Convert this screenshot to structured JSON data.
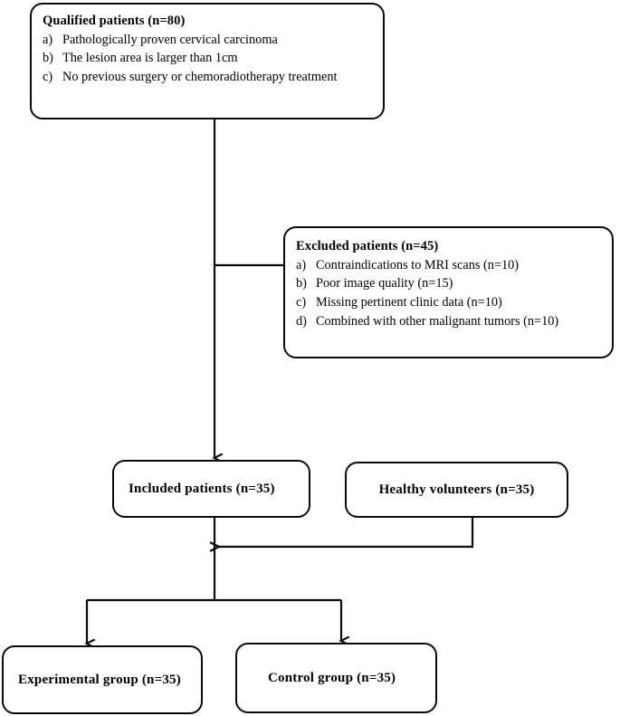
{
  "diagram": {
    "type": "flowchart",
    "title_semantic": "patient-enrollment-flow",
    "line_color": "#0a0a0a",
    "background": "#ffffff"
  },
  "nodes": {
    "qualified": {
      "title": "Qualified patients (n=80)",
      "items": [
        {
          "marker": "a)",
          "text": "Pathologically proven cervical carcinoma"
        },
        {
          "marker": "b)",
          "text": "The lesion area is larger than 1cm"
        },
        {
          "marker": "c)",
          "text": "No previous surgery or chemoradiotherapy treatment"
        }
      ]
    },
    "excluded": {
      "title": "Excluded patients (n=45)",
      "items": [
        {
          "marker": "a)",
          "text": "Contraindications to MRI scans (n=10)"
        },
        {
          "marker": "b)",
          "text": "Poor image quality (n=15)"
        },
        {
          "marker": "c)",
          "text": "Missing pertinent clinic data (n=10)"
        },
        {
          "marker": "d)",
          "text": "Combined with other malignant tumors (n=10)"
        }
      ]
    },
    "included": {
      "label": "Included patients (n=35)"
    },
    "healthy": {
      "label": "Healthy volunteers (n=35)"
    },
    "experimental": {
      "label": "Experimental group (n=35)"
    },
    "control": {
      "label": "Control group (n=35)"
    }
  },
  "edges": [
    {
      "from": "qualified",
      "to": "excluded",
      "arrow": false
    },
    {
      "from": "qualified",
      "to": "included",
      "arrow": true
    },
    {
      "from": "healthy",
      "to": "merge-point",
      "arrow": true
    },
    {
      "from": "included",
      "to": "experimental",
      "arrow": true
    },
    {
      "from": "included",
      "to": "control",
      "arrow": true
    }
  ]
}
